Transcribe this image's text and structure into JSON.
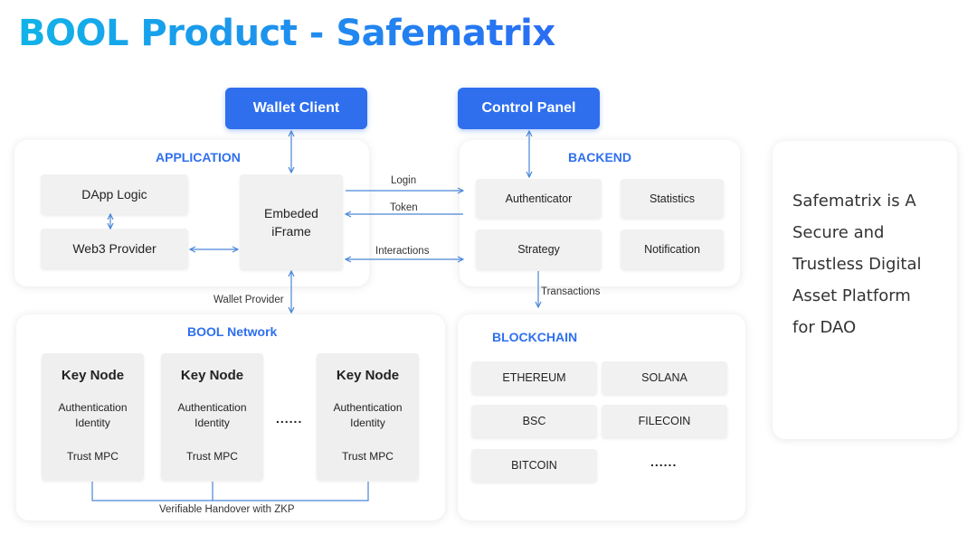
{
  "title": "BOOL Product - Safematrix",
  "top_buttons": {
    "wallet_client": "Wallet Client",
    "control_panel": "Control Panel"
  },
  "application": {
    "title": "APPLICATION",
    "dapp_logic": "DApp Logic",
    "web3_provider": "Web3 Provider",
    "iframe_line1": "Embeded",
    "iframe_line2": "iFrame"
  },
  "backend": {
    "title": "BACKEND",
    "authenticator": "Authenticator",
    "statistics": "Statistics",
    "strategy": "Strategy",
    "notification": "Notification"
  },
  "connectors": {
    "login": "Login",
    "token": "Token",
    "interactions": "Interactions",
    "wallet_provider": "Wallet Provider",
    "transactions": "Transactions",
    "verifiable_handover": "Verifiable Handover with ZKP"
  },
  "bool_network": {
    "title": "BOOL Network",
    "nodes": [
      {
        "title": "Key Node",
        "line1": "Authentication",
        "line2": "Identity",
        "line3": "Trust MPC"
      },
      {
        "title": "Key Node",
        "line1": "Authentication",
        "line2": "Identity",
        "line3": "Trust MPC"
      },
      {
        "title": "Key Node",
        "line1": "Authentication",
        "line2": "Identity",
        "line3": "Trust MPC"
      }
    ],
    "ellipsis": "......"
  },
  "blockchain": {
    "title": "BLOCKCHAIN",
    "chains": [
      "ETHEREUM",
      "SOLANA",
      "BSC",
      "FILECOIN",
      "BITCOIN"
    ],
    "ellipsis": "......"
  },
  "side_card": {
    "lines": [
      "Safematrix is A",
      "Secure and",
      "Trustless Digital",
      "Asset Platform",
      "for DAO"
    ]
  },
  "colors": {
    "accent": "#2f6fee",
    "title_gradient_start": "#12b3e8",
    "title_gradient_end": "#2a6df4",
    "connector": "#4a86d8"
  }
}
